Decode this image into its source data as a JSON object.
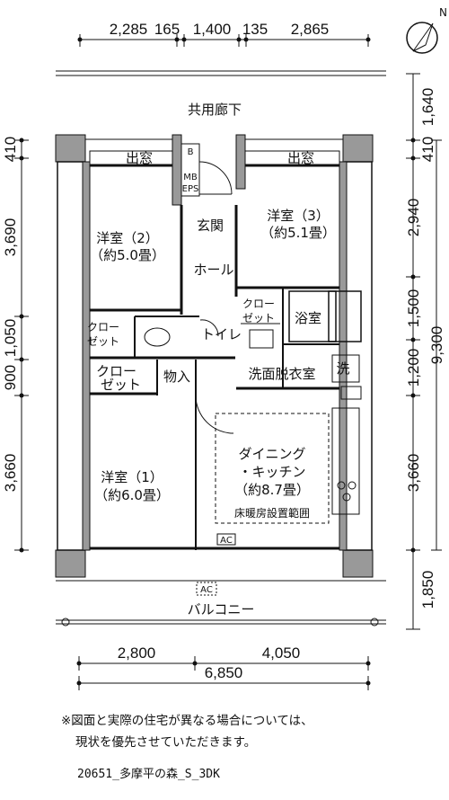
{
  "dimensions": {
    "top": [
      "2,285",
      "165",
      "1,400",
      "135",
      "2,865"
    ],
    "bottom": [
      "2,800",
      "4,050"
    ],
    "bottom_total": "6,850",
    "left": [
      "410",
      "3,690",
      "1,050",
      "900",
      "3,660"
    ],
    "right": [
      "1,640",
      "410",
      "2,940",
      "1,500",
      "1,200",
      "3,660",
      "1,850"
    ],
    "right_total": "9,300"
  },
  "labels": {
    "corridor": "共用廊下",
    "balcony": "バルコニー",
    "window_left": "出窓",
    "window_right": "出窓",
    "room2_name": "洋室（2）",
    "room2_size": "（約5.0畳）",
    "room3_name": "洋室（3）",
    "room3_size": "（約5.1畳）",
    "room1_name": "洋室（1）",
    "room1_size": "（約6.0畳）",
    "entrance": "玄関",
    "hall": "ホール",
    "closet_top": "クロー",
    "closet_bottom": "ゼット",
    "closet_a_top": "クロー",
    "closet_a_bottom": "ゼット",
    "closet_b_top": "クロー",
    "closet_b_bottom": "ゼット",
    "toilet": "トイレ",
    "storage": "物入",
    "bath": "浴室",
    "washroom": "洗面脱衣室",
    "washer": "洗",
    "dk_line1": "ダイニング",
    "dk_line2": "・キッチン",
    "dk_size": "（約8.7畳）",
    "floor_heating": "床暖房設置範囲",
    "ac": "AC",
    "ac2": "AC",
    "mb": "MB",
    "eps": "EPS",
    "b": "B",
    "north": "N"
  },
  "note_line1": "※図面と実際の住宅が異なる場合については、",
  "note_line2": "現状を優先させていただきます。",
  "code": "20651_多摩平の森_S_3DK"
}
